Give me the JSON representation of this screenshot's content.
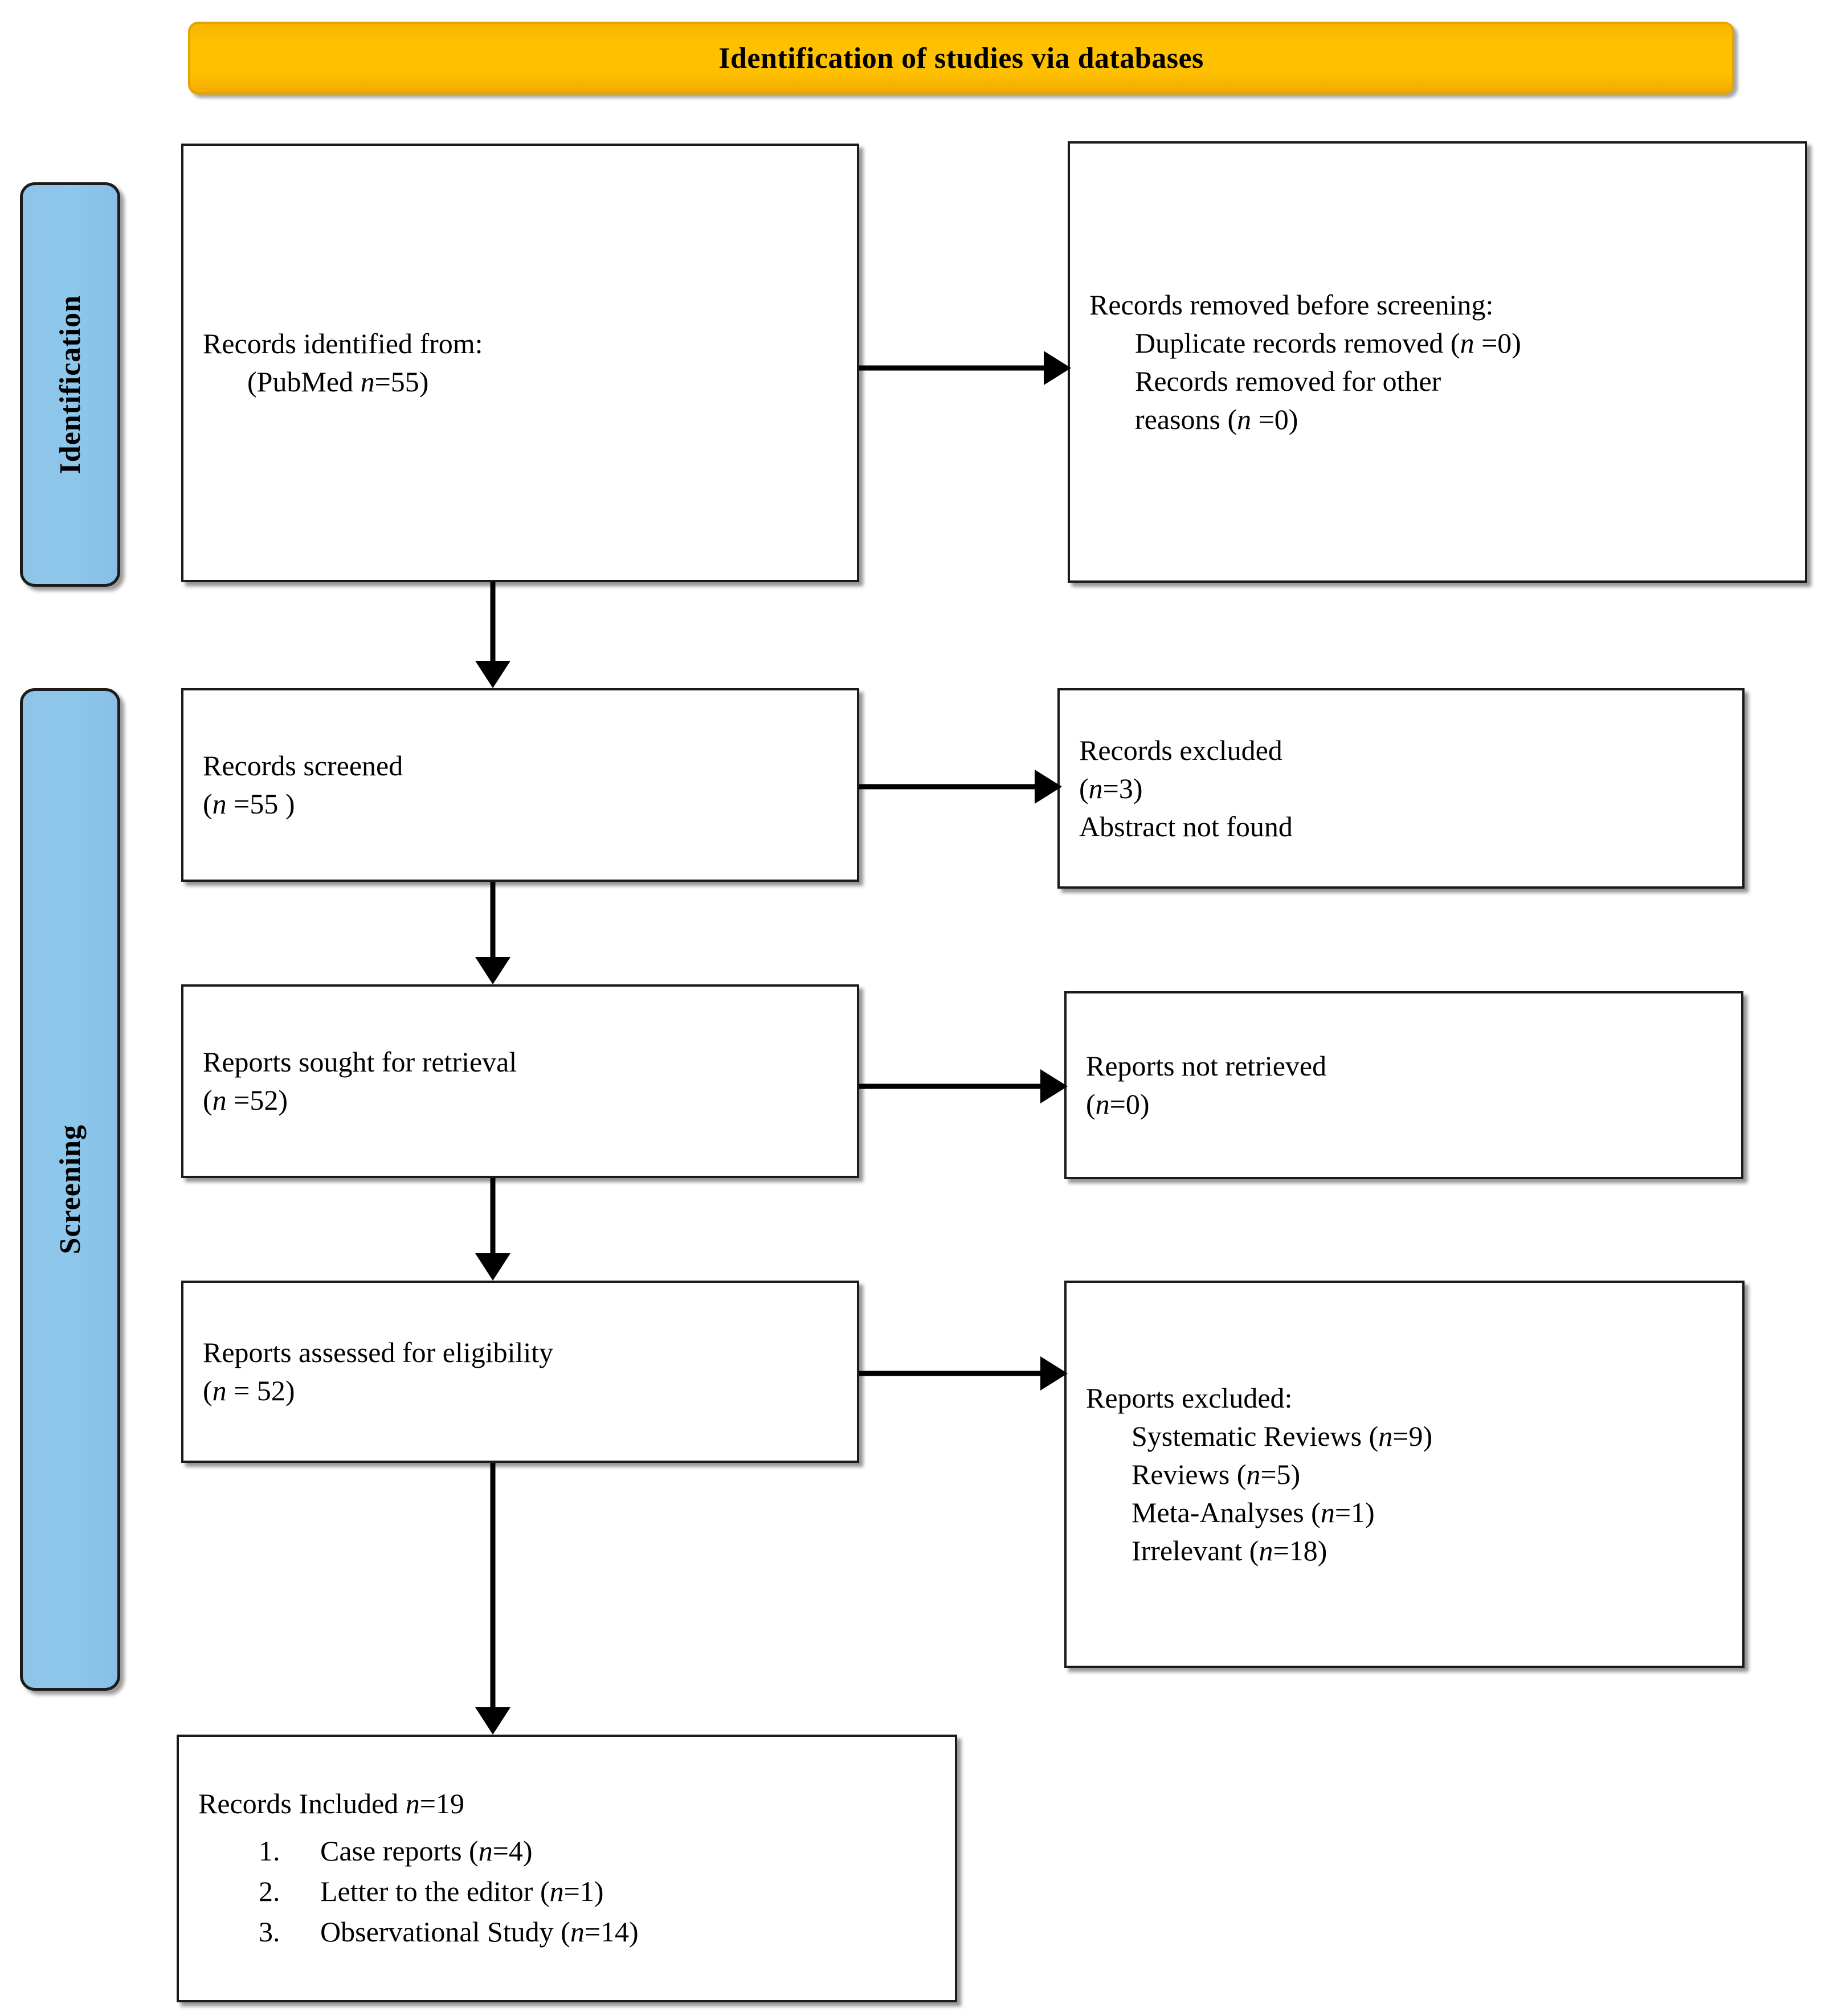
{
  "diagram": {
    "title": "Identification of studies via databases",
    "colors": {
      "banner_fill": "#ffc000",
      "banner_border": "#e3a400",
      "stage_fill": "#8fc4e8",
      "stage_border": "#1b1b1b",
      "box_border": "#1a1a1a",
      "box_fill": "#ffffff",
      "arrow": "#000000"
    }
  },
  "stages": {
    "identification": "Identification",
    "screening": "Screening"
  },
  "boxes": {
    "identified": {
      "line1": "Records identified from:",
      "line2": "(PubMed ",
      "line2_n": "n",
      "line2_rest": "=55)"
    },
    "removed_before_screening": {
      "line1": "Records removed before screening:",
      "line2a": "Duplicate records removed (",
      "line2_n": "n",
      "line2b": " =0)",
      "line3a": "Records removed for other",
      "line4a": "reasons (",
      "line4_n": "n",
      "line4b": " =0)"
    },
    "records_screened": {
      "line1": "Records screened",
      "line2a": "(",
      "line2_n": "n",
      "line2b": " =55 )"
    },
    "records_excluded": {
      "line1": "Records excluded",
      "line2a": "(",
      "line2_n": "n",
      "line2b": "=3)",
      "line3": "Abstract not found"
    },
    "reports_sought": {
      "line1": "Reports sought for retrieval",
      "line2a": "(",
      "line2_n": "n",
      "line2b": " =52)"
    },
    "reports_not_retrieved": {
      "line1": "Reports not retrieved",
      "line2a": "(",
      "line2_n": "n",
      "line2b": "=0)"
    },
    "reports_assessed": {
      "line1": "Reports assessed for eligibility",
      "line2a": "(",
      "line2_n": "n",
      "line2b": " = 52)"
    },
    "reports_excluded": {
      "line1": "Reports excluded:",
      "items": [
        {
          "label": "Systematic Reviews (",
          "n": "n",
          "value": "=9)"
        },
        {
          "label": "Reviews (",
          "n": "n",
          "value": "=5)"
        },
        {
          "label": "Meta-Analyses (",
          "n": "n",
          "value": "=1)"
        },
        {
          "label": "Irrelevant (",
          "n": "n",
          "value": "=18)"
        }
      ]
    },
    "records_included": {
      "line1a": "Records Included ",
      "line1_n": "n",
      "line1b": "=19",
      "items": [
        {
          "num": "1.",
          "label": "Case reports (",
          "n": "n",
          "value": "=4)"
        },
        {
          "num": "2.",
          "label": "Letter to the editor (",
          "n": "n",
          "value": "=1)"
        },
        {
          "num": "3.",
          "label": "Observational Study (",
          "n": "n",
          "value": "=14)"
        }
      ]
    }
  }
}
